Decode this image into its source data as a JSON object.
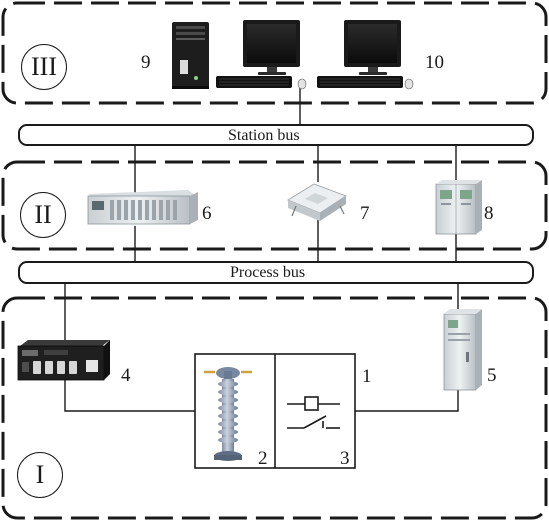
{
  "levels": {
    "station": "III",
    "bay": "II",
    "process": "I"
  },
  "buses": {
    "station": "Station bus",
    "process": "Process bus"
  },
  "device_numbers": {
    "server": "9",
    "workstations": "10",
    "protection_unit": "6",
    "switch": "7",
    "cabinet_bay": "8",
    "merging_unit": "4",
    "cabinet_field": "5",
    "primary_box": "1",
    "instrument_transformer": "2",
    "breaker": "3"
  },
  "icons": {
    "server": "server-tower-icon",
    "workstations": "desktop-monitor-icon",
    "protection_unit": "rack-unit-icon",
    "switch": "network-switch-icon",
    "cabinet_bay": "cabinet-icon",
    "merging_unit": "merging-unit-icon",
    "cabinet_field": "cabinet-icon",
    "instrument_transformer": "insulator-icon",
    "breaker": "breaker-symbol-icon"
  }
}
